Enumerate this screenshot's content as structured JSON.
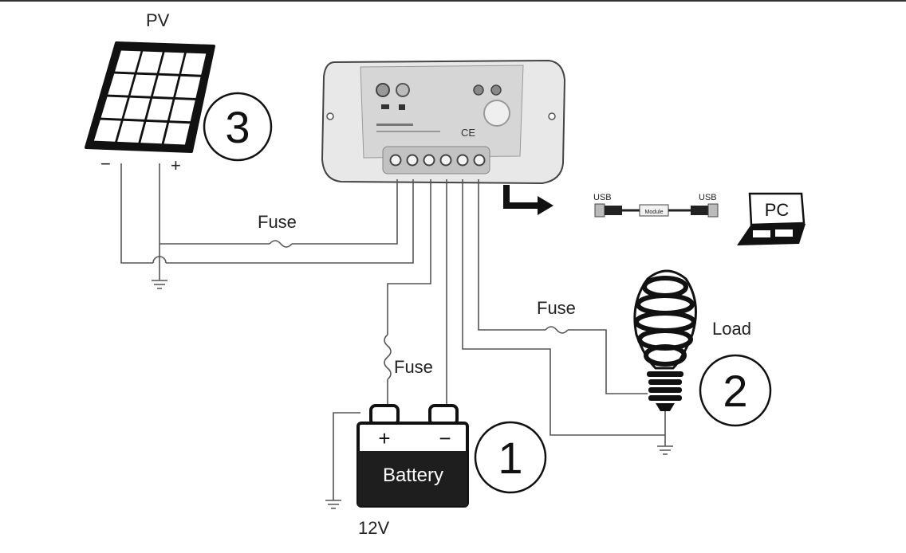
{
  "labels": {
    "pv": "PV",
    "pv_minus": "−",
    "pv_plus": "+",
    "fuse_pv": "Fuse",
    "fuse_battery": "Fuse",
    "fuse_load": "Fuse",
    "load": "Load",
    "battery": "Battery",
    "battery_plus": "+",
    "battery_minus": "−",
    "voltage": "12V",
    "usb_left": "USB",
    "usb_right": "USB",
    "module": "Module",
    "pc": "PC",
    "ce_mark": "CE"
  },
  "callouts": {
    "battery_number": "1",
    "load_number": "2",
    "pv_number": "3"
  },
  "colors": {
    "stroke": "#111111",
    "wire": "#555555",
    "controller_body": "#e6e6e6",
    "controller_panel": "#d2d2d2",
    "battery_bottom": "#1e1e1e"
  }
}
